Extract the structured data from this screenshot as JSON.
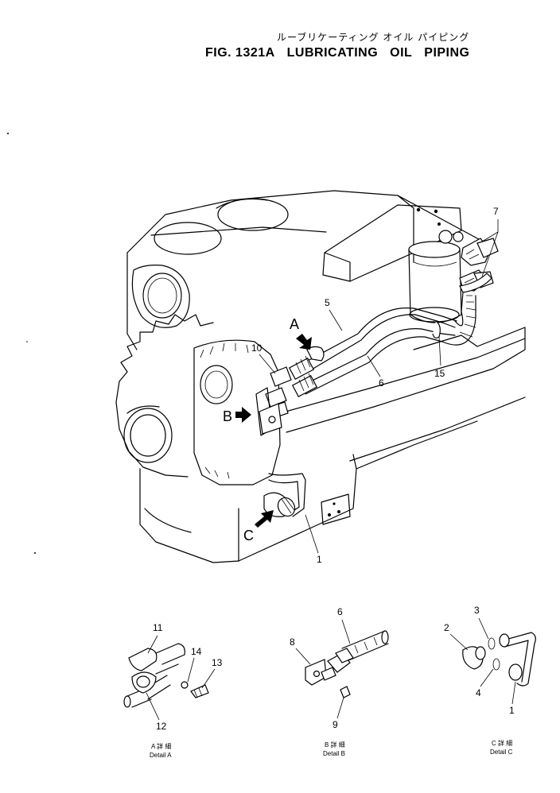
{
  "title": {
    "japanese": "ルーブリケーティング オイル パイピング",
    "fig": "FIG. 1321A",
    "word1": "LUBRICATING",
    "word2": "OIL",
    "word3": "PIPING"
  },
  "detail_arrows": {
    "a": "A",
    "b": "B",
    "c": "C"
  },
  "callouts": {
    "p1": "1",
    "p5": "5",
    "p6": "6",
    "p7": "7",
    "p10": "10",
    "p15": "15",
    "d11": "11",
    "d12": "12",
    "d13": "13",
    "d14": "14",
    "d8": "8",
    "d6": "6",
    "d9": "9",
    "d2": "2",
    "d3": "3",
    "d4": "4",
    "d1": "1"
  },
  "captions": {
    "a_jp": "A 詳 細",
    "a_en": "Detail A",
    "b_jp": "B 詳 細",
    "b_en": "Detail B",
    "c_jp": "C 詳 細",
    "c_en": "Detail C"
  }
}
